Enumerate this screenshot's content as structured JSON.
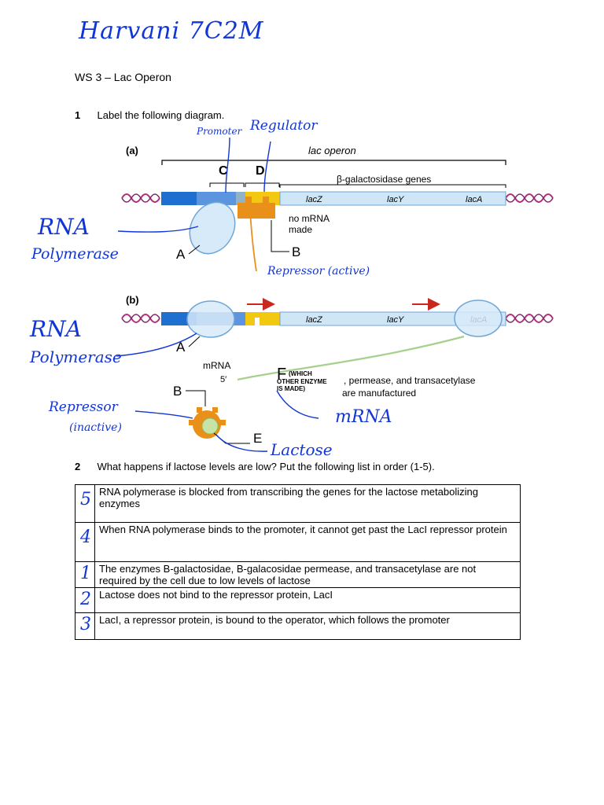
{
  "handwriting": {
    "name": "Harvani 7C2M",
    "label_promoter": "Promoter",
    "label_regulator": "Regulator",
    "rna_pol_a_line1": "RNA",
    "rna_pol_a_line2": "Polymerase",
    "repressor_active": "Repressor (active)",
    "rna_pol_b_line1": "RNA",
    "rna_pol_b_line2": "Polymerase",
    "repressor_inactive_line1": "Repressor",
    "repressor_inactive_line2": "(inactive)",
    "mrna": "mRNA",
    "lactose": "Lactose"
  },
  "worksheet": {
    "title": "WS 3 – Lac Operon",
    "q1_num": "1",
    "q1_text": "Label the following diagram.",
    "q2_num": "2",
    "q2_text": "What happens if lactose levels are low? Put the following list in order (1-5)."
  },
  "diagram": {
    "panel_a": "(a)",
    "panel_b": "(b)",
    "lac_operon": "lac operon",
    "beta_gal_genes": "β-galactosidase genes",
    "lacZ": "lacZ",
    "lacY": "lacY",
    "lacA": "lacA",
    "no_mrna_1": "no mRNA",
    "no_mrna_2": "made",
    "label_A": "A",
    "label_B": "B",
    "label_C": "C",
    "label_D": "D",
    "label_E": "E",
    "label_F": "F",
    "f_note_1": "(WHICH",
    "f_note_2": "OTHER ENZYME",
    "f_note_3": "IS MADE)",
    "mrna_label": "mRNA",
    "five_prime": "5′",
    "manufactured_1": ", permease, and transacetylase",
    "manufactured_2": "are manufactured"
  },
  "table": {
    "rows": [
      {
        "order": "5",
        "text": "RNA polymerase is blocked from transcribing the genes for the lactose metabolizing enzymes"
      },
      {
        "order": "4",
        "text": "When RNA polymerase binds to the promoter, it cannot get past the LacI repressor protein"
      },
      {
        "order": "1",
        "text": "The enzymes B-galactosidae, B-galacosidae permease, and transacetylase are not required by the cell due to low levels of lactose"
      },
      {
        "order": "2",
        "text": "Lactose does not bind to the repressor protein, LacI"
      },
      {
        "order": "3",
        "text": "LacI, a repressor protein, is bound to the operator, which follows the promoter"
      }
    ]
  },
  "colors": {
    "ink_blue": "#1236d6",
    "dna_magenta": "#b0307a",
    "promoter_blue": "#1f6fd0",
    "gene_light": "#cfe6f7",
    "operator_yellow": "#f2c811",
    "repressor_orange": "#e8901a",
    "polymerase_fill": "#d7eaf9",
    "arrow_red": "#c8281e",
    "mrna_green": "#a8d08d"
  }
}
